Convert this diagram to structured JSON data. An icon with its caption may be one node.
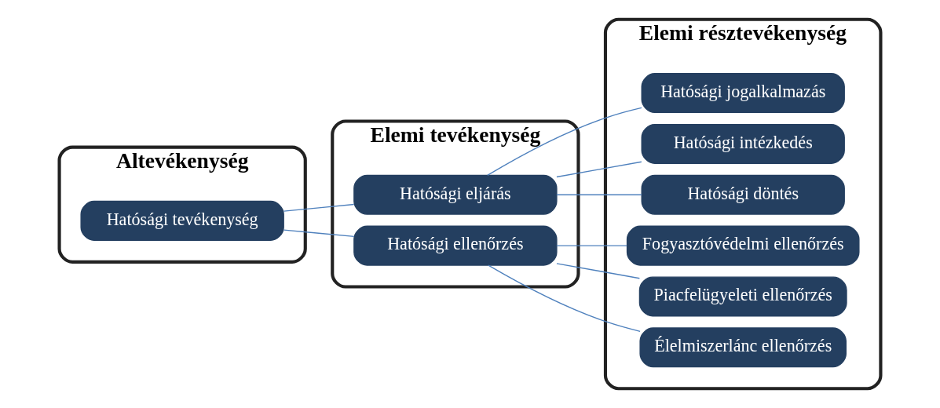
{
  "diagram": {
    "nodes": [
      {
        "text": [
          "Altevékenység"
        ]
      },
      {
        "text": [
          "Elemi tevékenység"
        ]
      },
      {
        "text": [
          "Elemi résztevékenység"
        ]
      },
      {
        "text": [
          "Hatósági tevékenység"
        ],
        "in": 0
      },
      {
        "text": [
          "Hatósági eljárás"
        ],
        "in": 1
      },
      {
        "text": [
          "Hatósági ellenőrzés"
        ],
        "in": 1
      },
      {
        "text": [
          "Hatósági jogalkalmazás"
        ],
        "in": 2
      },
      {
        "text": [
          "Hatósági intézkedés"
        ],
        "in": 2
      },
      {
        "text": [
          "Hatósági döntés"
        ],
        "in": 2
      },
      {
        "text": [
          "Fogyasztóvédelmi ellenőrzés"
        ],
        "in": 2
      },
      {
        "text": [
          "Piacfelügyeleti ellenőrzés"
        ],
        "in": 2
      },
      {
        "text": [
          "Élelmiszerlánc ellenőrzés"
        ],
        "in": 2
      }
    ],
    "edges": [
      {
        "from": 3,
        "to": 4,
        "arrow": "none"
      },
      {
        "from": 3,
        "to": 5,
        "arrow": "none"
      },
      {
        "from": 4,
        "to": 6,
        "arrow": "none"
      },
      {
        "from": 4,
        "to": 7,
        "arrow": "none"
      },
      {
        "from": 4,
        "to": 8,
        "arrow": "none"
      },
      {
        "from": 5,
        "to": 9,
        "arrow": "none"
      },
      {
        "from": 5,
        "to": 10,
        "arrow": "none"
      },
      {
        "from": 5,
        "to": 11,
        "arrow": "none"
      }
    ]
  }
}
